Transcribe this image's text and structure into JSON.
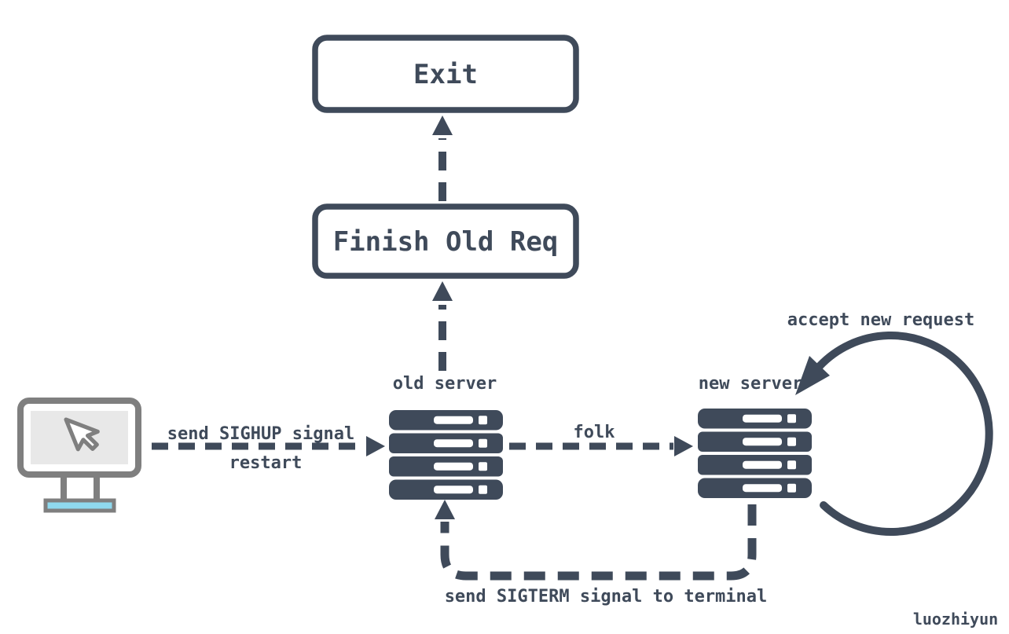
{
  "colors": {
    "ink": "#3f4a5a",
    "monitor_gray": "#7f7f7f",
    "screen_gray": "#e8e8e8",
    "base_cyan": "#8fd9ee",
    "background": "#ffffff"
  },
  "nodes": {
    "exit": {
      "label": "Exit"
    },
    "finish": {
      "label": "Finish Old Req"
    },
    "old_server": {
      "label": "old server"
    },
    "new_server": {
      "label": "new server"
    },
    "client": {
      "icon": "computer-with-cursor-icon"
    }
  },
  "edges": {
    "sighup": {
      "label_top": "send SIGHUP signal",
      "label_bottom": "restart"
    },
    "folk": {
      "label": "folk"
    },
    "sigterm": {
      "label": "send SIGTERM signal to terminal"
    },
    "accept_loop": {
      "label": "accept new request"
    },
    "old_to_finish": {
      "label": ""
    },
    "finish_to_exit": {
      "label": ""
    }
  },
  "watermark": "luozhiyun"
}
